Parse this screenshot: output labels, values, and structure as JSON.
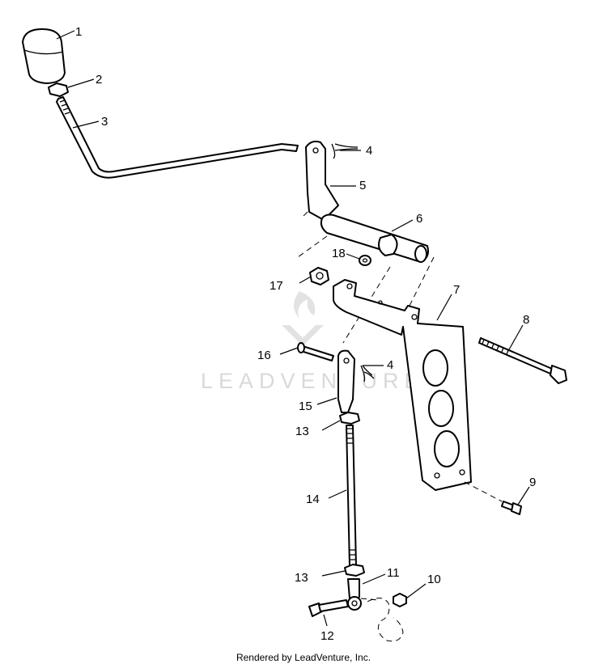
{
  "diagram": {
    "callouts": [
      "1",
      "2",
      "3",
      "4",
      "5",
      "6",
      "7",
      "8",
      "9",
      "10",
      "11",
      "12",
      "13",
      "14",
      "15",
      "16",
      "17",
      "18",
      "4",
      "13"
    ]
  },
  "watermark": {
    "text": "LEADVENTURE"
  },
  "footer": {
    "text": "Rendered by LeadVenture, Inc."
  }
}
